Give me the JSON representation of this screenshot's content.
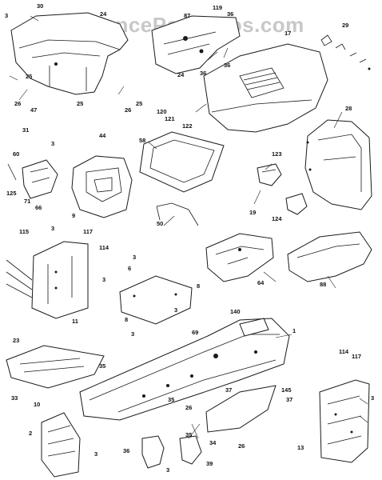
{
  "watermark": "AppliancePartsPros.com",
  "callouts": [
    "3",
    "30",
    "24",
    "87",
    "119",
    "36",
    "29",
    "17",
    "36",
    "24",
    "36",
    "25",
    "26",
    "25",
    "26",
    "25",
    "47",
    "120",
    "121",
    "122",
    "31",
    "44",
    "3",
    "58",
    "28",
    "60",
    "123",
    "125",
    "71",
    "66",
    "9",
    "50",
    "19",
    "124",
    "115",
    "3",
    "117",
    "114",
    "3",
    "6",
    "3",
    "8",
    "64",
    "88",
    "3",
    "11",
    "8",
    "3",
    "140",
    "1",
    "69",
    "114",
    "117",
    "23",
    "35",
    "35",
    "145",
    "37",
    "37",
    "33",
    "10",
    "26",
    "3",
    "2",
    "35",
    "34",
    "26",
    "3",
    "13",
    "36",
    "3",
    "39"
  ]
}
